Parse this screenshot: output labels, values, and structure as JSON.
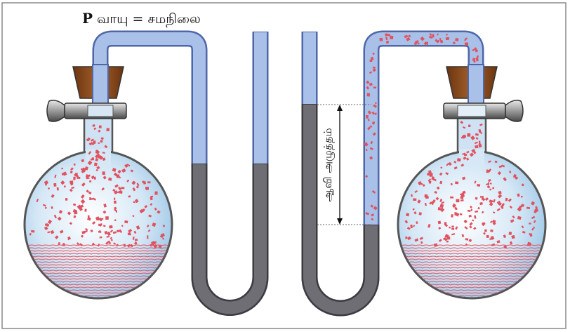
{
  "title": {
    "symbol": "P",
    "text": "வாயு = சமநிலை"
  },
  "measure_label": "ஆவி அழுத்தம்",
  "colors": {
    "tube": "#a9c0e8",
    "tube_edge": "#4f66a8",
    "mercury": "#6f6e74",
    "particle": "#e0525f",
    "stopper": "#8a4a1c",
    "frame": "#888888"
  }
}
